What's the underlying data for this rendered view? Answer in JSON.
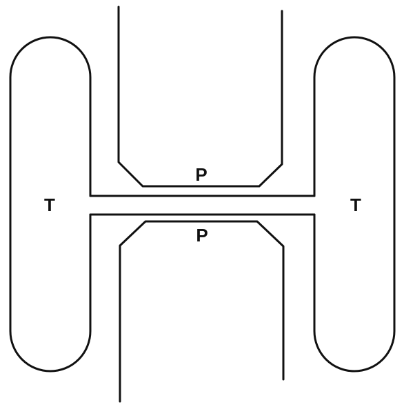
{
  "labels": {
    "left_region": "T",
    "right_region": "T",
    "top_region": "P",
    "bottom_region": "P"
  },
  "colors": {
    "stroke": "#111111",
    "background": "#ffffff"
  }
}
